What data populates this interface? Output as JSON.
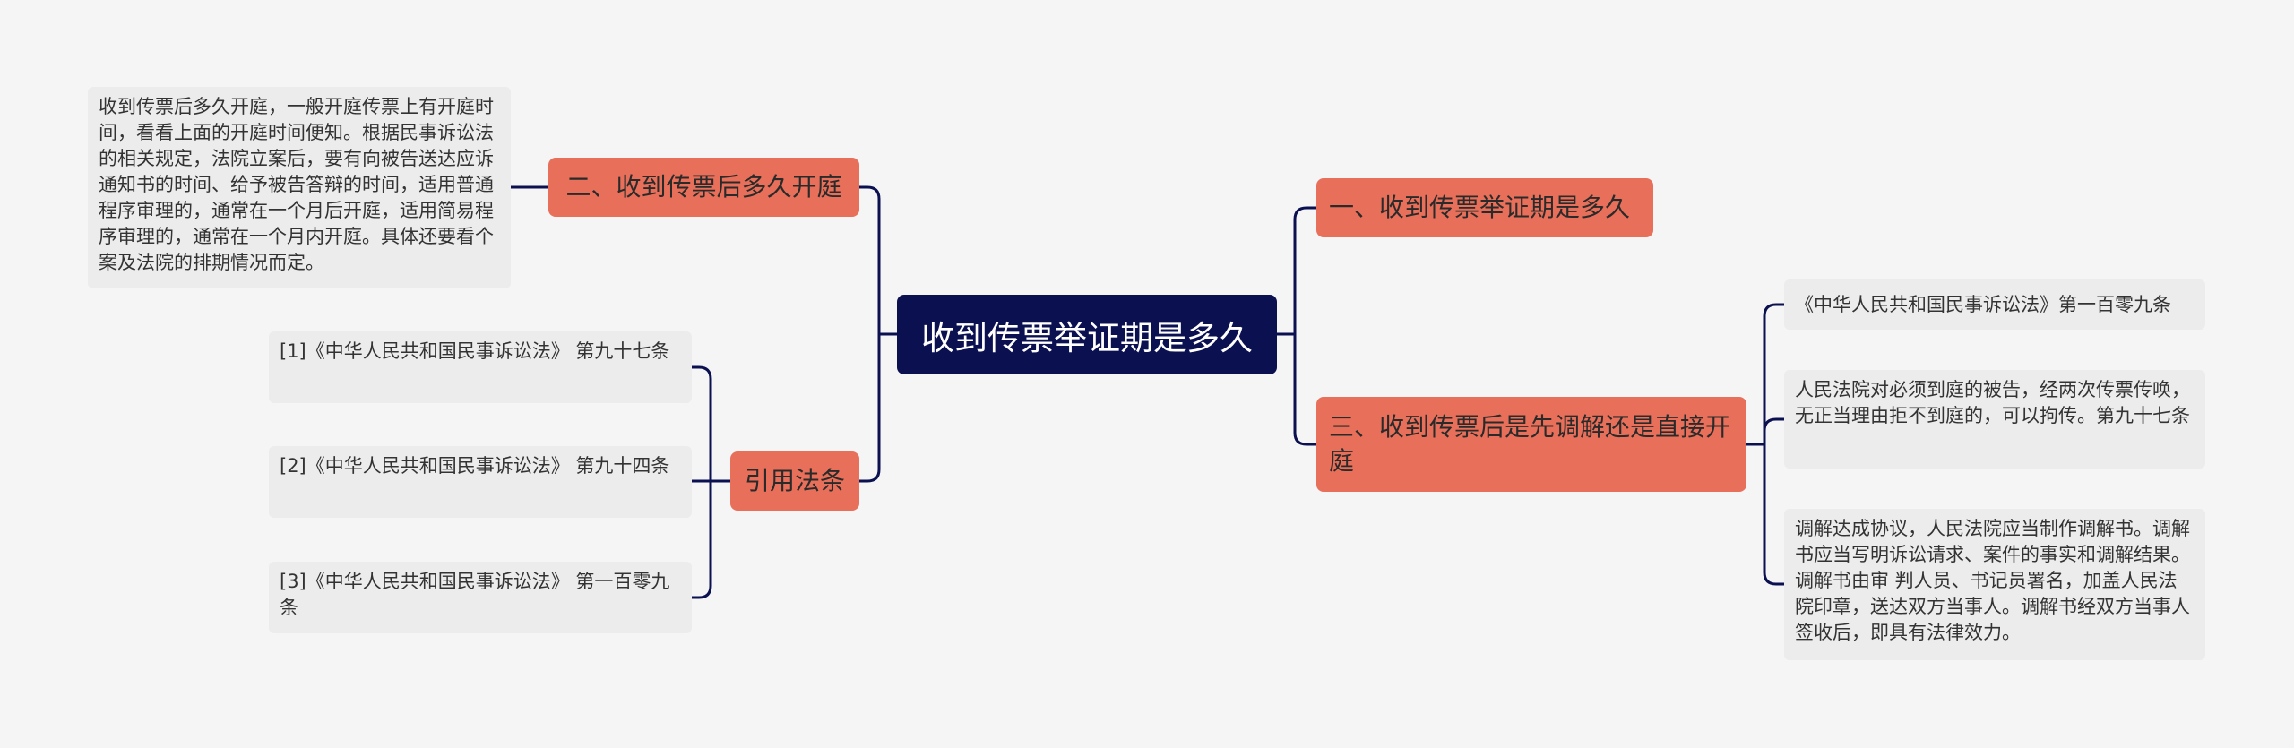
{
  "root": {
    "label": "收到传票举证期是多久"
  },
  "branches": {
    "b1": {
      "label": "一、收到传票举证期是多久"
    },
    "b2": {
      "label": "二、收到传票后多久开庭",
      "leaf": "收到传票后多久开庭，一般开庭传票上有开庭时间，看看上面的开庭时间便知。根据民事诉讼法的相关规定，法院立案后，要有向被告送达应诉通知书的时间、给予被告答辩的时间，适用普通程序审理的，通常在一个月后开庭，适用简易程序审理的，通常在一个月内开庭。具体还要看个案及法院的排期情况而定。"
    },
    "b3": {
      "label": "三、收到传票后是先调解还是直接开庭",
      "leaves": [
        "《中华人民共和国民事诉讼法》第一百零九条",
        "人民法院对必须到庭的被告，经两次传票传唤，无正当理由拒不到庭的，可以拘传。第九十七条",
        "调解达成协议，人民法院应当制作调解书。调解书应当写明诉讼请求、案件的事实和调解结果。调解书由审 判人员、书记员署名，加盖人民法院印章，送达双方当事人。调解书经双方当事人签收后，即具有法律效力。"
      ]
    },
    "b4": {
      "label": "引用法条",
      "leaves": [
        "[1]《中华人民共和国民事诉讼法》 第九十七条",
        "[2]《中华人民共和国民事诉讼法》 第九十四条",
        "[3]《中华人民共和国民事诉讼法》 第一百零九条"
      ]
    }
  },
  "colors": {
    "background": "#f5f5f6",
    "root_fill": "#0b1050",
    "branch_fill": "#e8705a",
    "leaf_fill": "#ececec",
    "connector": "#0b1050"
  }
}
